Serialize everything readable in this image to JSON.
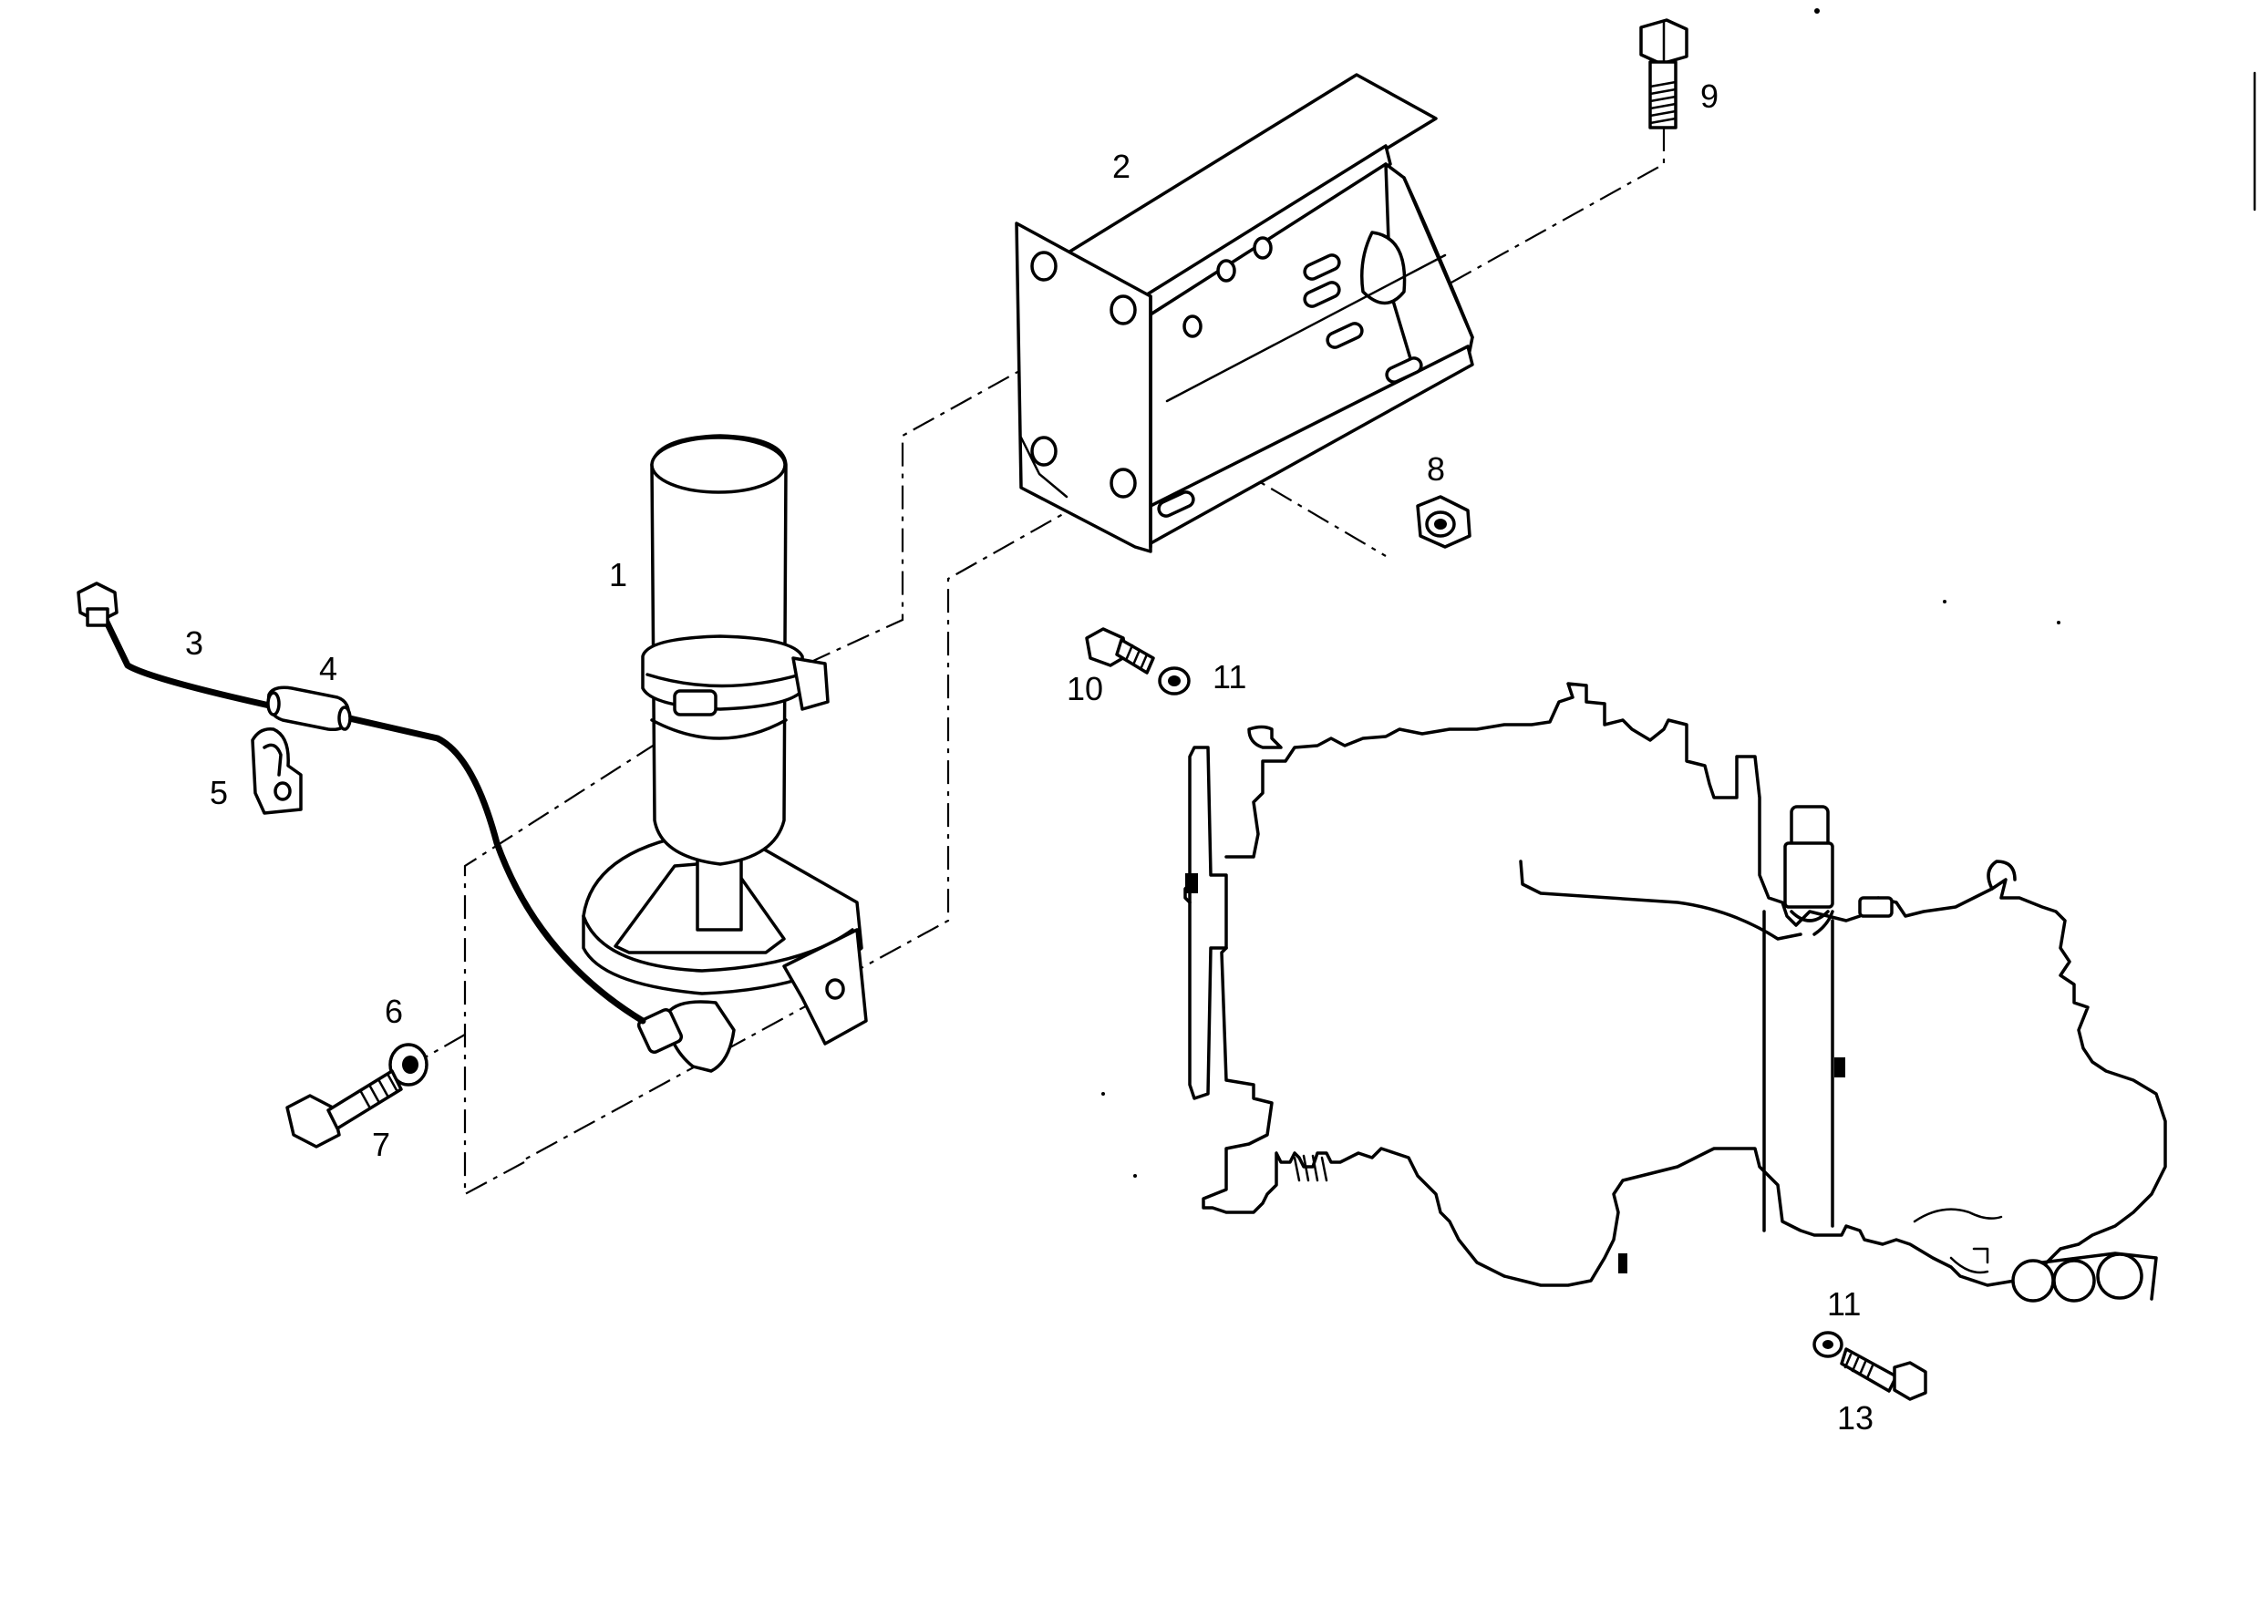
{
  "callouts": {
    "part_1": "1",
    "part_2": "2",
    "part_3": "3",
    "part_4": "4",
    "part_5": "5",
    "part_6": "6",
    "part_7": "7",
    "part_8": "8",
    "part_9": "9",
    "part_10": "10",
    "part_11_top": "11",
    "part_11_bottom": "11",
    "part_13": "13"
  }
}
